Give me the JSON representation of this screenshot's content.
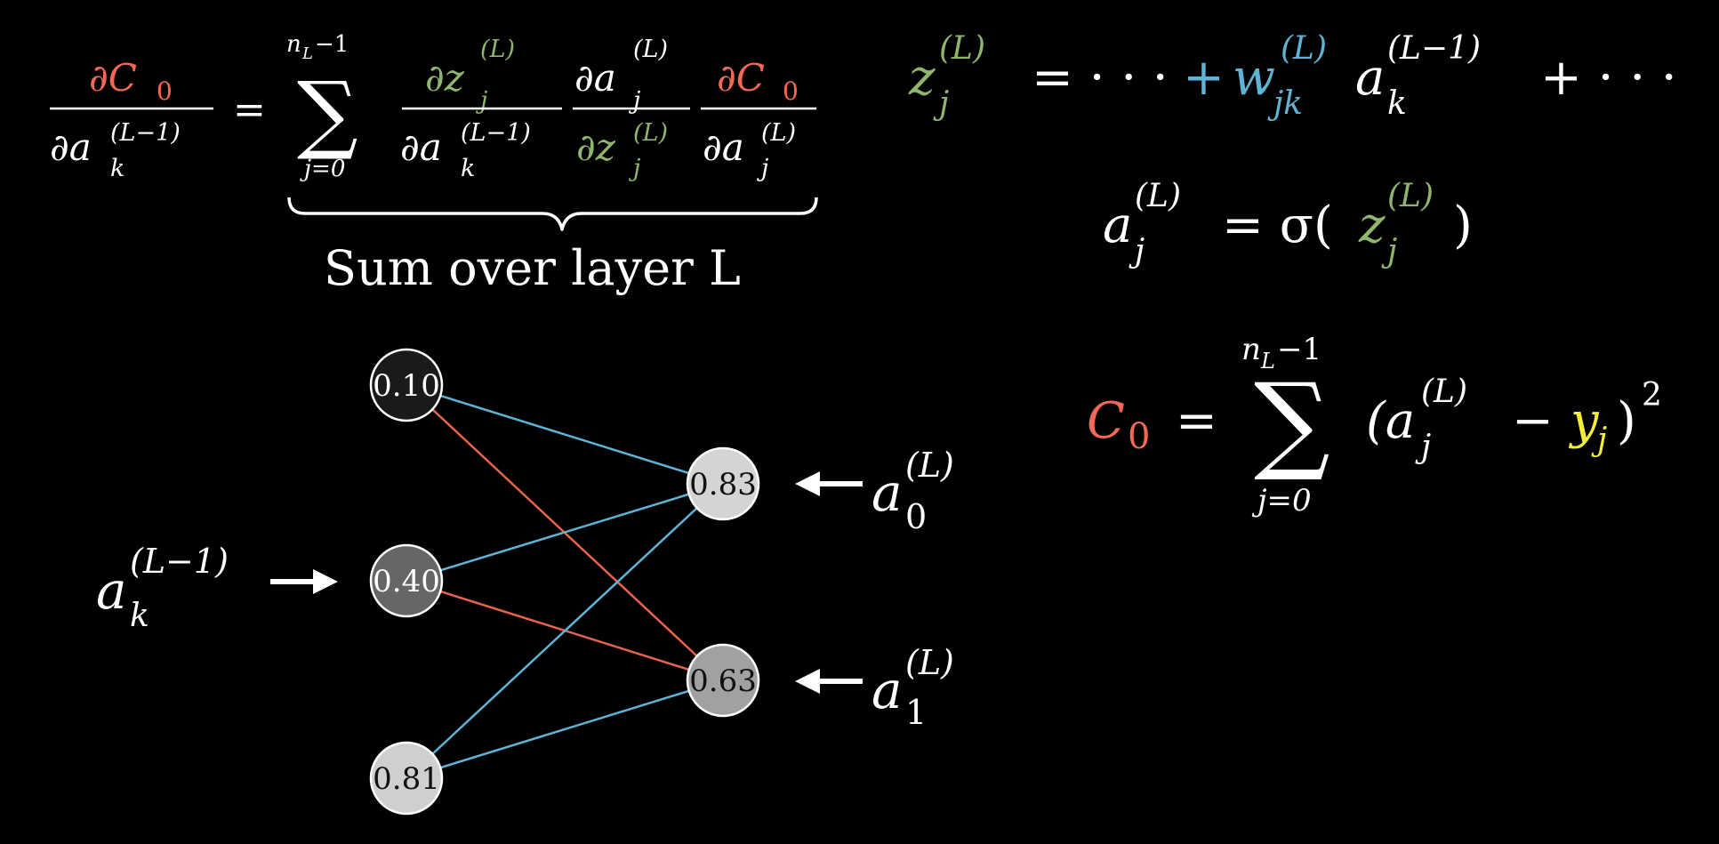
{
  "colors": {
    "background": "#000000",
    "text": "#ffffff",
    "cost": "#f26a55",
    "z": "#8fb66d",
    "weight": "#5fb4d6",
    "target": "#f3ee3a",
    "edge_blue": "#5fb4d6",
    "edge_red": "#e8634f"
  },
  "chain_rule": {
    "dC": "∂C",
    "sub0": "0",
    "da": "∂a",
    "dz": "∂z",
    "sub_j": "j",
    "sub_k": "k",
    "sup_L": "(L)",
    "sup_Lm1": "(L−1)",
    "equals": "=",
    "sum_symbol": "∑",
    "sum_upper": "n",
    "sum_upper_sub": "L",
    "sum_upper_rest": "−1",
    "sum_lower": "j=0",
    "brace_label": "Sum over layer L"
  },
  "z_equation": {
    "z": "z",
    "sub_j": "j",
    "sup_L": "(L)",
    "eq_dots": "= · · ·",
    "plus1": "+",
    "w": "w",
    "sub_jk": "jk",
    "sup_wL": "(L)",
    "a": "a",
    "sub_k": "k",
    "sup_Lm1": "(L−1)",
    "plus_dots": "+ · · ·"
  },
  "a_equation": {
    "a": "a",
    "sub_j": "j",
    "sup_L": "(L)",
    "eq_sigma": "= σ(",
    "z": "z",
    "z_sub_j": "j",
    "z_sup_L": "(L)",
    "close": ")"
  },
  "cost_equation": {
    "C": "C",
    "sub0": "0",
    "equals": "=",
    "sum_symbol": "∑",
    "sum_upper": "n",
    "sum_upper_sub": "L",
    "sum_upper_rest": "−1",
    "sum_lower": "j=0",
    "open": "(a",
    "sub_j": "j",
    "sup_L": "(L)",
    "minus": "−",
    "y": "y",
    "y_sub": "j",
    "close": ")",
    "sup2": "2"
  },
  "network": {
    "left_nodes": [
      {
        "value": "0.10",
        "activation": 0.1
      },
      {
        "value": "0.40",
        "activation": 0.4
      },
      {
        "value": "0.81",
        "activation": 0.81
      }
    ],
    "right_nodes": [
      {
        "value": "0.83",
        "activation": 0.83
      },
      {
        "value": "0.63",
        "activation": 0.63
      }
    ],
    "edges": [
      {
        "from": 0,
        "to": 0,
        "color": "blue"
      },
      {
        "from": 0,
        "to": 1,
        "color": "red"
      },
      {
        "from": 1,
        "to": 0,
        "color": "blue"
      },
      {
        "from": 1,
        "to": 1,
        "color": "red"
      },
      {
        "from": 2,
        "to": 0,
        "color": "blue"
      },
      {
        "from": 2,
        "to": 1,
        "color": "blue"
      }
    ],
    "left_label": {
      "a": "a",
      "sub": "k",
      "sup": "(L−1)"
    },
    "right_labels": [
      {
        "a": "a",
        "sub": "0",
        "sup": "(L)"
      },
      {
        "a": "a",
        "sub": "1",
        "sup": "(L)"
      }
    ]
  }
}
